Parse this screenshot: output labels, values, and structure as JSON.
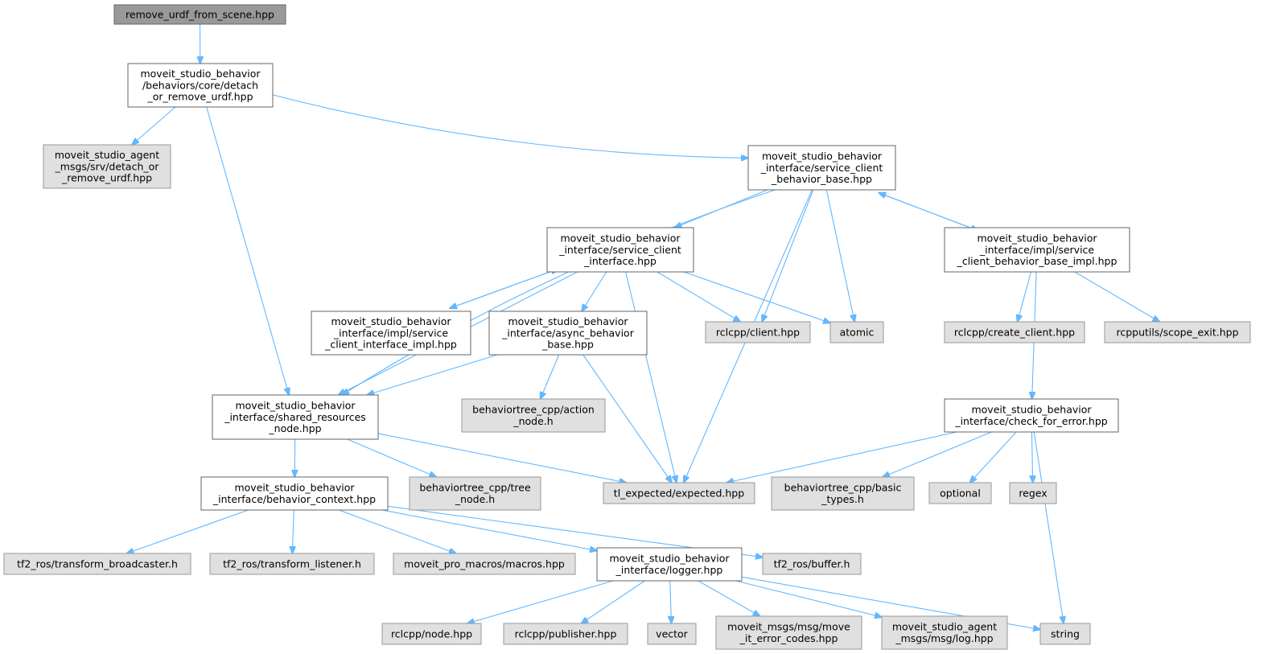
{
  "colors": {
    "root_fill": "#999999",
    "root_stroke": "#666666",
    "doc_fill": "#ffffff",
    "doc_stroke": "#666666",
    "ext_fill": "#e0e0e0",
    "ext_stroke": "#999999",
    "edge": "#63b8ff"
  },
  "nodes": {
    "remove_urdf_from_scene": {
      "kind": "root",
      "lines": [
        "remove_urdf_from_scene.hpp"
      ]
    },
    "detach_or_remove_urdf": {
      "kind": "doc",
      "lines": [
        "moveit_studio_behavior",
        "/behaviors/core/detach",
        "_or_remove_urdf.hpp"
      ]
    },
    "agent_srv_detach": {
      "kind": "ext",
      "lines": [
        "moveit_studio_agent",
        "_msgs/srv/detach_or",
        "_remove_urdf.hpp"
      ]
    },
    "service_client_behavior_base": {
      "kind": "doc",
      "lines": [
        "moveit_studio_behavior",
        "_interface/service_client",
        "_behavior_base.hpp"
      ]
    },
    "service_client_interface": {
      "kind": "doc",
      "lines": [
        "moveit_studio_behavior",
        "_interface/service_client",
        "_interface.hpp"
      ]
    },
    "service_client_behavior_base_impl": {
      "kind": "doc",
      "lines": [
        "moveit_studio_behavior",
        "_interface/impl/service",
        "_client_behavior_base_impl.hpp"
      ]
    },
    "service_client_interface_impl": {
      "kind": "doc",
      "lines": [
        "moveit_studio_behavior",
        "_interface/impl/service",
        "_client_interface_impl.hpp"
      ]
    },
    "async_behavior_base": {
      "kind": "doc",
      "lines": [
        "moveit_studio_behavior",
        "_interface/async_behavior",
        "_base.hpp"
      ]
    },
    "rclcpp_client": {
      "kind": "ext",
      "lines": [
        "rclcpp/client.hpp"
      ]
    },
    "atomic": {
      "kind": "ext",
      "lines": [
        "atomic"
      ]
    },
    "rclcpp_create_client": {
      "kind": "ext",
      "lines": [
        "rclcpp/create_client.hpp"
      ]
    },
    "rcpputils_scope_exit": {
      "kind": "ext",
      "lines": [
        "rcpputils/scope_exit.hpp"
      ]
    },
    "shared_resources_node": {
      "kind": "doc",
      "lines": [
        "moveit_studio_behavior",
        "_interface/shared_resources",
        "_node.hpp"
      ]
    },
    "bt_action_node": {
      "kind": "ext",
      "lines": [
        "behaviortree_cpp/action",
        "_node.h"
      ]
    },
    "check_for_error": {
      "kind": "doc",
      "lines": [
        "moveit_studio_behavior",
        "_interface/check_for_error.hpp"
      ]
    },
    "behavior_context": {
      "kind": "doc",
      "lines": [
        "moveit_studio_behavior",
        "_interface/behavior_context.hpp"
      ]
    },
    "bt_tree_node": {
      "kind": "ext",
      "lines": [
        "behaviortree_cpp/tree",
        "_node.h"
      ]
    },
    "tl_expected": {
      "kind": "ext",
      "lines": [
        "tl_expected/expected.hpp"
      ]
    },
    "bt_basic_types": {
      "kind": "ext",
      "lines": [
        "behaviortree_cpp/basic",
        "_types.h"
      ]
    },
    "optional": {
      "kind": "ext",
      "lines": [
        "optional"
      ]
    },
    "regex": {
      "kind": "ext",
      "lines": [
        "regex"
      ]
    },
    "tf2_broadcaster": {
      "kind": "ext",
      "lines": [
        "tf2_ros/transform_broadcaster.h"
      ]
    },
    "tf2_listener": {
      "kind": "ext",
      "lines": [
        "tf2_ros/transform_listener.h"
      ]
    },
    "pro_macros": {
      "kind": "ext",
      "lines": [
        "moveit_pro_macros/macros.hpp"
      ]
    },
    "logger": {
      "kind": "doc",
      "lines": [
        "moveit_studio_behavior",
        "_interface/logger.hpp"
      ]
    },
    "tf2_buffer": {
      "kind": "ext",
      "lines": [
        "tf2_ros/buffer.h"
      ]
    },
    "rclcpp_node": {
      "kind": "ext",
      "lines": [
        "rclcpp/node.hpp"
      ]
    },
    "rclcpp_publisher": {
      "kind": "ext",
      "lines": [
        "rclcpp/publisher.hpp"
      ]
    },
    "vector": {
      "kind": "ext",
      "lines": [
        "vector"
      ]
    },
    "move_it_error_codes": {
      "kind": "ext",
      "lines": [
        "moveit_msgs/msg/move",
        "_it_error_codes.hpp"
      ]
    },
    "agent_msg_log": {
      "kind": "ext",
      "lines": [
        "moveit_studio_agent",
        "_msgs/msg/log.hpp"
      ]
    },
    "string": {
      "kind": "ext",
      "lines": [
        "string"
      ]
    }
  },
  "edges": [
    [
      "remove_urdf_from_scene",
      "detach_or_remove_urdf"
    ],
    [
      "detach_or_remove_urdf",
      "agent_srv_detach"
    ],
    [
      "detach_or_remove_urdf",
      "service_client_behavior_base"
    ],
    [
      "detach_or_remove_urdf",
      "shared_resources_node"
    ],
    [
      "service_client_behavior_base",
      "service_client_interface"
    ],
    [
      "service_client_behavior_base",
      "service_client_behavior_base_impl"
    ],
    [
      "service_client_behavior_base_impl",
      "service_client_behavior_base"
    ],
    [
      "service_client_behavior_base",
      "shared_resources_node"
    ],
    [
      "service_client_behavior_base",
      "rclcpp_client"
    ],
    [
      "service_client_behavior_base",
      "atomic"
    ],
    [
      "service_client_behavior_base",
      "tl_expected"
    ],
    [
      "service_client_interface",
      "service_client_interface_impl"
    ],
    [
      "service_client_interface_impl",
      "service_client_interface"
    ],
    [
      "service_client_interface",
      "async_behavior_base"
    ],
    [
      "service_client_interface",
      "shared_resources_node"
    ],
    [
      "service_client_interface",
      "rclcpp_client"
    ],
    [
      "service_client_interface",
      "atomic"
    ],
    [
      "service_client_interface",
      "tl_expected"
    ],
    [
      "service_client_behavior_base_impl",
      "rclcpp_create_client"
    ],
    [
      "service_client_behavior_base_impl",
      "rcpputils_scope_exit"
    ],
    [
      "service_client_behavior_base_impl",
      "check_for_error"
    ],
    [
      "async_behavior_base",
      "shared_resources_node"
    ],
    [
      "async_behavior_base",
      "bt_action_node"
    ],
    [
      "async_behavior_base",
      "tl_expected"
    ],
    [
      "shared_resources_node",
      "behavior_context"
    ],
    [
      "shared_resources_node",
      "bt_tree_node"
    ],
    [
      "shared_resources_node",
      "tl_expected"
    ],
    [
      "check_for_error",
      "tl_expected"
    ],
    [
      "check_for_error",
      "bt_basic_types"
    ],
    [
      "check_for_error",
      "optional"
    ],
    [
      "check_for_error",
      "regex"
    ],
    [
      "check_for_error",
      "string"
    ],
    [
      "behavior_context",
      "tf2_broadcaster"
    ],
    [
      "behavior_context",
      "tf2_listener"
    ],
    [
      "behavior_context",
      "pro_macros"
    ],
    [
      "behavior_context",
      "logger"
    ],
    [
      "behavior_context",
      "tf2_buffer"
    ],
    [
      "logger",
      "rclcpp_node"
    ],
    [
      "logger",
      "rclcpp_publisher"
    ],
    [
      "logger",
      "vector"
    ],
    [
      "logger",
      "move_it_error_codes"
    ],
    [
      "logger",
      "agent_msg_log"
    ],
    [
      "logger",
      "string"
    ]
  ]
}
